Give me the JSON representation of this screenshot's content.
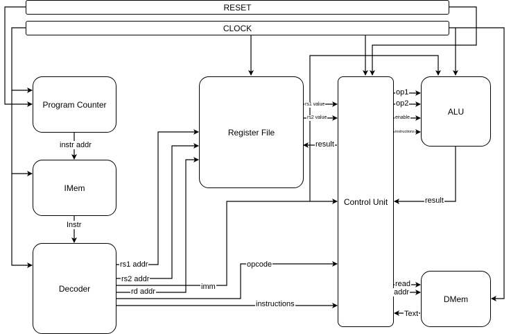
{
  "buses": {
    "reset": "RESET",
    "clock": "CLOCK"
  },
  "blocks": {
    "program_counter": "Program Counter",
    "imem": "IMem",
    "decoder": "Decoder",
    "register_file": "Register File",
    "control_unit": "Control Unit",
    "alu": "ALU",
    "dmem": "DMem"
  },
  "signals": {
    "instr_addr": "instr addr",
    "instr": "Instr",
    "rs1_addr": "rs1 addr",
    "rs2_addr": "rs2 addr",
    "rd_addr": "rd addr",
    "imm": "imm",
    "opcode": "opcode",
    "instructions": "instructions",
    "rs1_value": "rs1 value",
    "rs2_value": "rs2 value",
    "rf_result": "result",
    "op1": "op1",
    "op2": "op2",
    "enable": "enable",
    "alu_instructions": "instructions",
    "alu_result": "result",
    "read": "read",
    "addr": "addr",
    "text": "Text"
  }
}
